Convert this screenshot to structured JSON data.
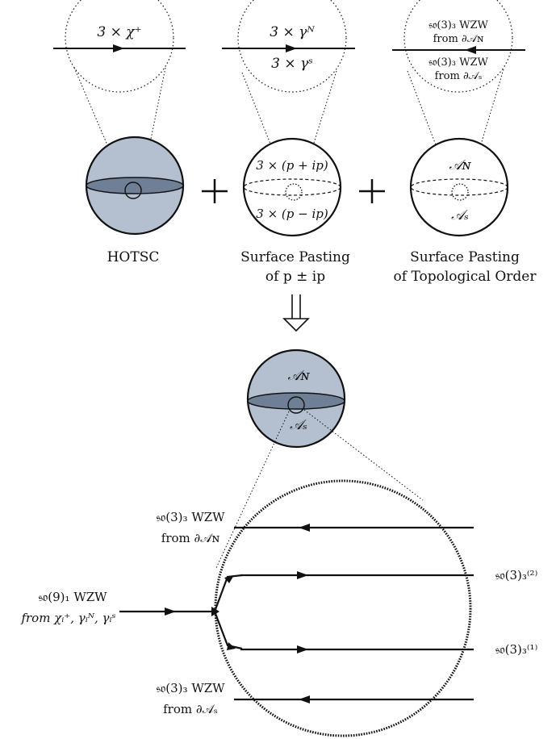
{
  "panels": [
    {
      "caption_lines": [
        "HOTSC"
      ],
      "zoom_labels": [
        "3 × χ⁺"
      ],
      "surface_labels": []
    },
    {
      "caption_lines": [
        "Surface Pasting",
        "of p ± ip"
      ],
      "zoom_labels": [
        "3 × γᴺ",
        "3 × γˢ"
      ],
      "surface_labels": [
        "3 × (p + ip)",
        "3 × (p − ip)"
      ]
    },
    {
      "caption_lines": [
        "Surface Pasting",
        "of Topological Order"
      ],
      "zoom_labels": [
        "𝔰𝔬(3)₃ WZW",
        "from ∂𝒜ɴ",
        "𝔰𝔬(3)₃ WZW",
        "from ∂𝒜ₛ"
      ],
      "surface_labels": [
        "𝒜ɴ",
        "𝒜ₛ"
      ]
    }
  ],
  "plus_sign": "+",
  "combined": {
    "north": "𝒜ɴ",
    "south": "𝒜ₛ"
  },
  "bottom": {
    "top_left_1": "𝔰𝔬(3)₃ WZW",
    "top_left_2": "from ∂𝒜ɴ",
    "bottom_left_1": "𝔰𝔬(3)₃ WZW",
    "bottom_left_2": "from ∂𝒜ₛ",
    "in_1": "𝔰𝔬(9)₁ WZW",
    "in_2": "from χᵢ⁺, γᵢᴺ, γᵢˢ",
    "out_upper": "𝔰𝔬(3)₃⁽²⁾",
    "out_lower": "𝔰𝔬(3)₃⁽¹⁾"
  },
  "colors": {
    "sphere_fill": "#b4bfd0",
    "equator_fill": "#6f7f96",
    "ink": "#111111"
  }
}
